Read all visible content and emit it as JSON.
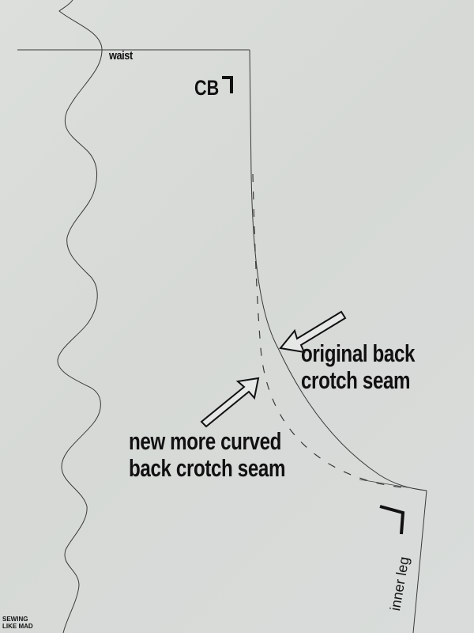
{
  "diagram": {
    "type": "sewing-pattern-piece",
    "background_color": "#d9dcd9",
    "line_color": "#3a3a3a",
    "ink_color": "#111111"
  },
  "labels": {
    "waist": "waist",
    "center_back": "CB",
    "original_seam": [
      "original back",
      "crotch seam"
    ],
    "new_seam": [
      "new more curved",
      "back crotch seam"
    ],
    "inner_leg": "inner leg"
  },
  "watermark": {
    "line1": "SEWING",
    "line2": "LIKE MAD"
  },
  "annotations": [
    {
      "id": "arrow-original",
      "points_to": "original back crotch seam",
      "style": "outlined-arrow"
    },
    {
      "id": "arrow-new",
      "points_to": "new more curved back crotch seam",
      "style": "outlined-arrow"
    }
  ],
  "grainline_markers": [
    {
      "id": "cb-corner",
      "position": "top-right of CB label"
    },
    {
      "id": "inner-leg-corner",
      "position": "above inner leg label"
    }
  ]
}
